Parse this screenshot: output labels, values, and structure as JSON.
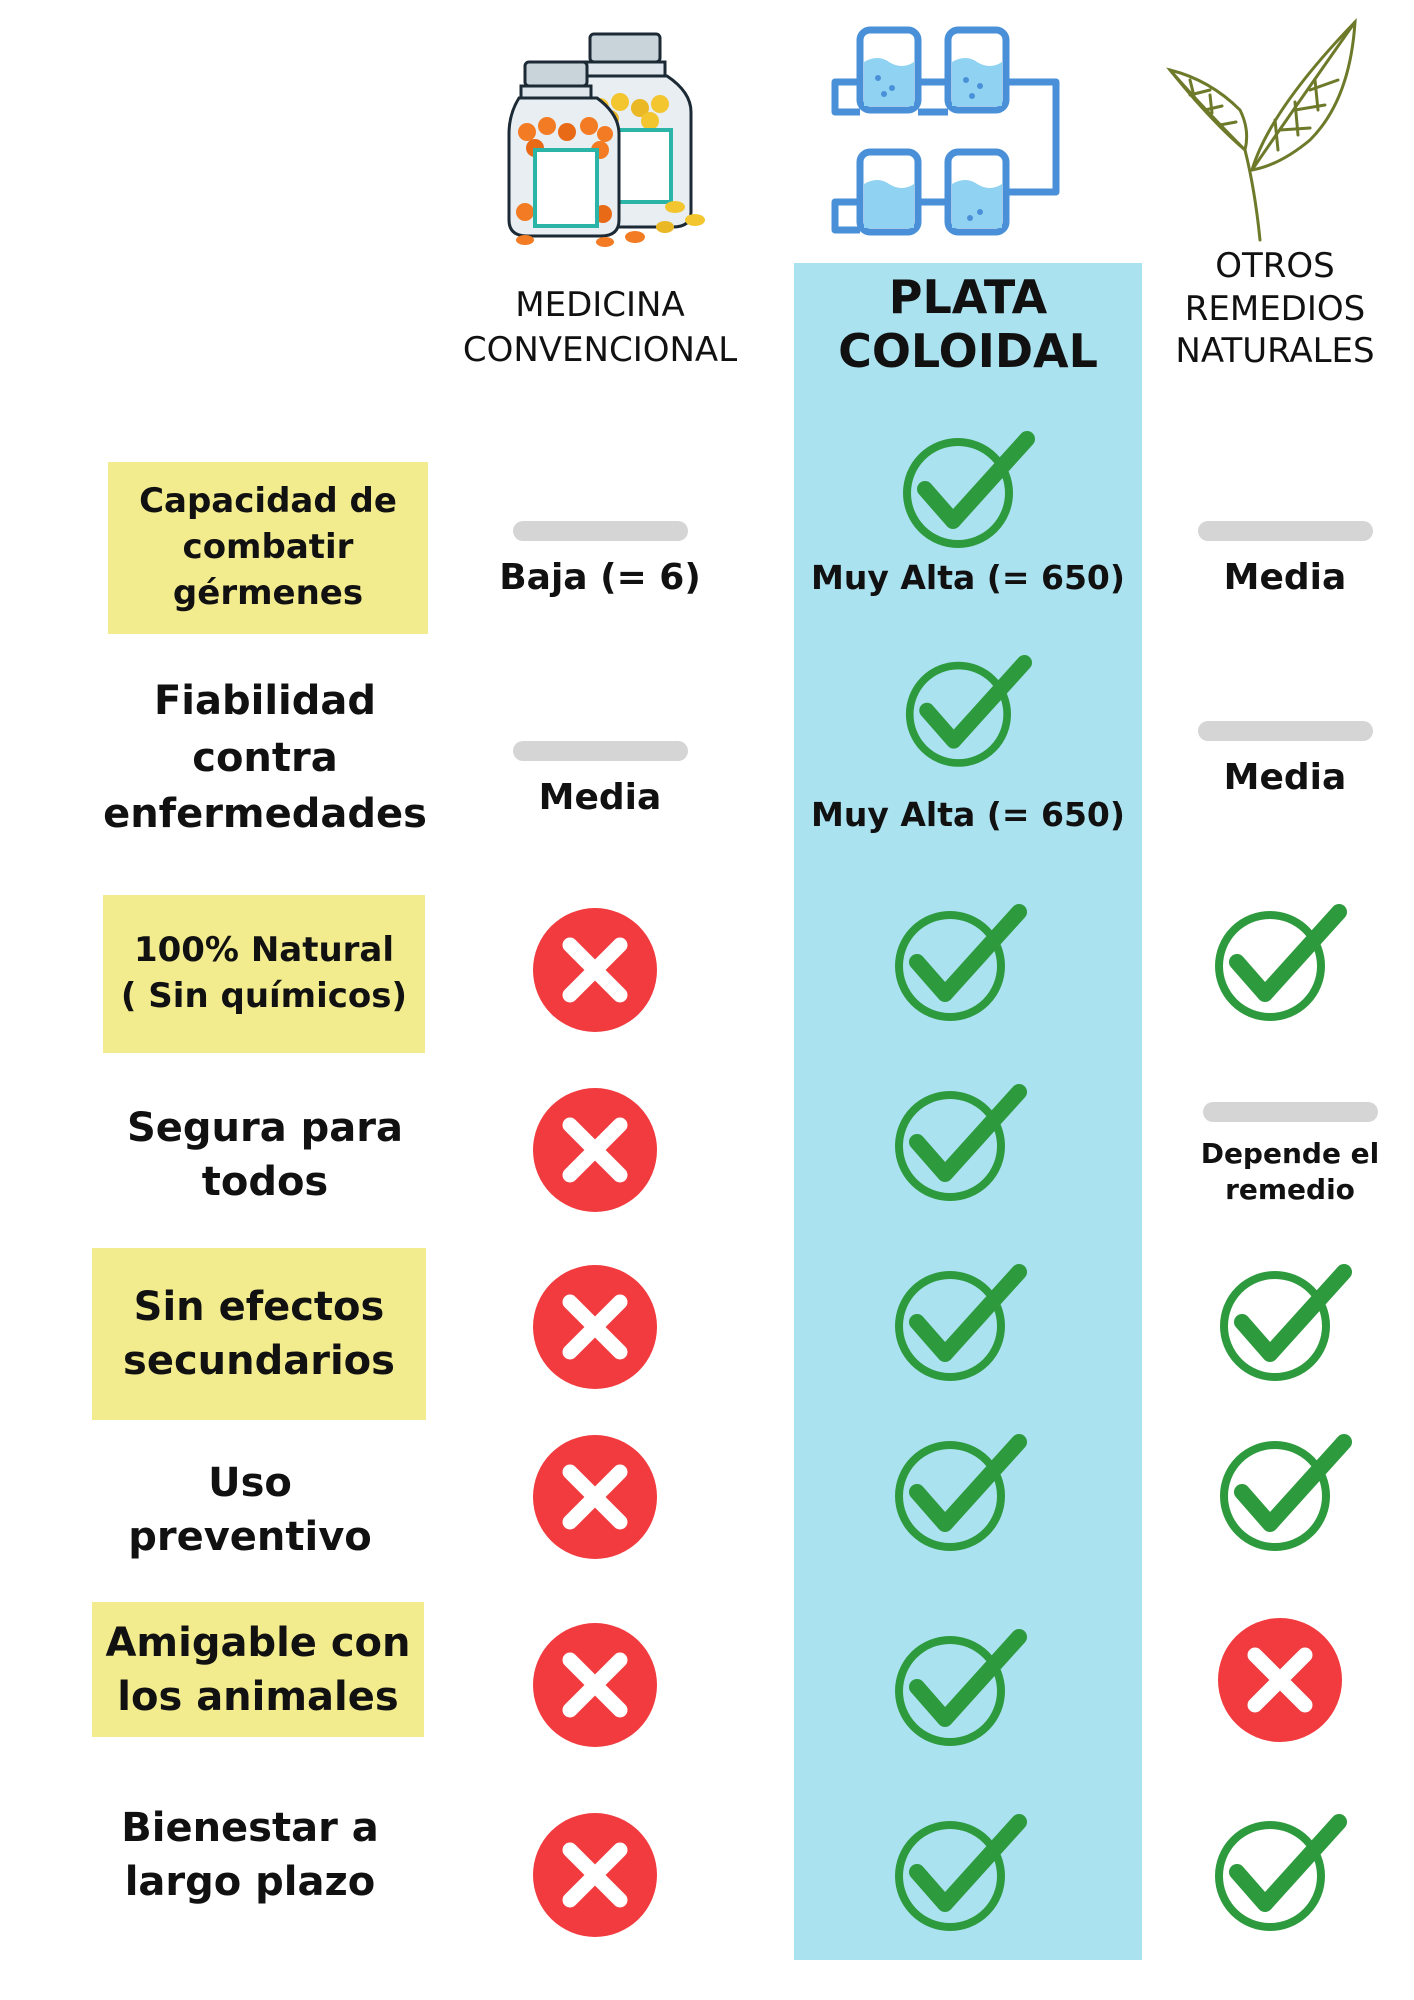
{
  "columns": [
    {
      "key": "medicina",
      "label_lines": [
        "MEDICINA",
        "CONVENCIONAL"
      ],
      "icon": "medicine-bottles-icon"
    },
    {
      "key": "plata",
      "label_lines": [
        "PLATA",
        "COLOIDAL"
      ],
      "icon": "silver-electrolysis-icon"
    },
    {
      "key": "otros",
      "label_lines": [
        "OTROS",
        "REMEDIOS",
        "NATURALES"
      ],
      "icon": "leaf-icon"
    }
  ],
  "rows": [
    {
      "label_lines": [
        "Capacidad de",
        "combatir",
        "gérmenes"
      ],
      "highlighted": true,
      "cells": [
        {
          "type": "level",
          "text": "Baja (= 6)"
        },
        {
          "type": "check",
          "text": "Muy Alta (= 650)"
        },
        {
          "type": "level",
          "text": "Media"
        }
      ]
    },
    {
      "label_lines": [
        "Fiabilidad",
        "contra",
        "enfermedades"
      ],
      "highlighted": false,
      "cells": [
        {
          "type": "level",
          "text": "Media"
        },
        {
          "type": "check",
          "text": "Muy Alta (= 650)"
        },
        {
          "type": "level",
          "text": "Media"
        }
      ]
    },
    {
      "label_lines": [
        "100% Natural",
        "( Sin químicos)"
      ],
      "highlighted": true,
      "cells": [
        {
          "type": "cross"
        },
        {
          "type": "check"
        },
        {
          "type": "check"
        }
      ]
    },
    {
      "label_lines": [
        "Segura para",
        "todos"
      ],
      "highlighted": false,
      "cells": [
        {
          "type": "cross"
        },
        {
          "type": "check"
        },
        {
          "type": "level",
          "text_lines": [
            "Depende el",
            "remedio"
          ]
        }
      ]
    },
    {
      "label_lines": [
        "Sin efectos",
        "secundarios"
      ],
      "highlighted": true,
      "cells": [
        {
          "type": "cross"
        },
        {
          "type": "check"
        },
        {
          "type": "check"
        }
      ]
    },
    {
      "label_lines": [
        "Uso",
        "preventivo"
      ],
      "highlighted": false,
      "cells": [
        {
          "type": "cross"
        },
        {
          "type": "check"
        },
        {
          "type": "check"
        }
      ]
    },
    {
      "label_lines": [
        "Amigable con",
        "los animales"
      ],
      "highlighted": true,
      "cells": [
        {
          "type": "cross"
        },
        {
          "type": "check"
        },
        {
          "type": "cross"
        }
      ]
    },
    {
      "label_lines": [
        "Bienestar a",
        "largo plazo"
      ],
      "highlighted": false,
      "cells": [
        {
          "type": "cross"
        },
        {
          "type": "check"
        },
        {
          "type": "check"
        }
      ]
    }
  ],
  "colors": {
    "highlight_column": "#abe2f0",
    "label_highlight": "#f2ec8e",
    "check_green": "#2e9a3e",
    "cross_red": "#f23b3f",
    "level_bar": "#d5d5d5"
  }
}
